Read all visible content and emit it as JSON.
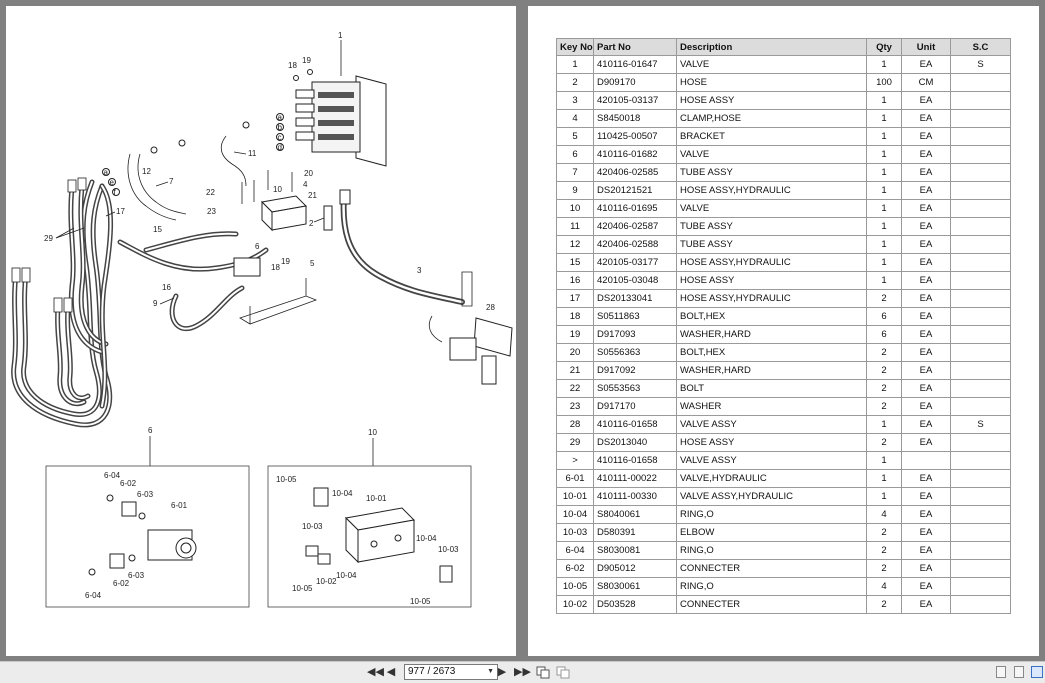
{
  "table": {
    "headers": [
      "Key No",
      "Part No",
      "Description",
      "Qty",
      "Unit",
      "S.C"
    ],
    "rows": [
      [
        "1",
        "410116-01647",
        "VALVE",
        "1",
        "EA",
        "S"
      ],
      [
        "2",
        "D909170",
        "HOSE",
        "100",
        "CM",
        ""
      ],
      [
        "3",
        "420105-03137",
        "HOSE ASSY",
        "1",
        "EA",
        ""
      ],
      [
        "4",
        "S8450018",
        "CLAMP,HOSE",
        "1",
        "EA",
        ""
      ],
      [
        "5",
        "110425-00507",
        "BRACKET",
        "1",
        "EA",
        ""
      ],
      [
        "6",
        "410116-01682",
        "VALVE",
        "1",
        "EA",
        ""
      ],
      [
        "7",
        "420406-02585",
        "TUBE ASSY",
        "1",
        "EA",
        ""
      ],
      [
        "9",
        "DS20121521",
        "HOSE ASSY,HYDRAULIC",
        "1",
        "EA",
        ""
      ],
      [
        "10",
        "410116-01695",
        "VALVE",
        "1",
        "EA",
        ""
      ],
      [
        "11",
        "420406-02587",
        "TUBE ASSY",
        "1",
        "EA",
        ""
      ],
      [
        "12",
        "420406-02588",
        "TUBE ASSY",
        "1",
        "EA",
        ""
      ],
      [
        "15",
        "420105-03177",
        "HOSE ASSY,HYDRAULIC",
        "1",
        "EA",
        ""
      ],
      [
        "16",
        "420105-03048",
        "HOSE ASSY",
        "1",
        "EA",
        ""
      ],
      [
        "17",
        "DS20133041",
        "HOSE ASSY,HYDRAULIC",
        "2",
        "EA",
        ""
      ],
      [
        "18",
        "S0511863",
        "BOLT,HEX",
        "6",
        "EA",
        ""
      ],
      [
        "19",
        "D917093",
        "WASHER,HARD",
        "6",
        "EA",
        ""
      ],
      [
        "20",
        "S0556363",
        "BOLT,HEX",
        "2",
        "EA",
        ""
      ],
      [
        "21",
        "D917092",
        "WASHER,HARD",
        "2",
        "EA",
        ""
      ],
      [
        "22",
        "S0553563",
        "BOLT",
        "2",
        "EA",
        ""
      ],
      [
        "23",
        "D917170",
        "WASHER",
        "2",
        "EA",
        ""
      ],
      [
        "28",
        "410116-01658",
        "VALVE ASSY",
        "1",
        "EA",
        "S"
      ],
      [
        "29",
        "DS2013040",
        "HOSE ASSY",
        "2",
        "EA",
        ""
      ],
      [
        ">",
        "410116-01658",
        "VALVE ASSY",
        "1",
        "",
        ""
      ],
      [
        "6-01",
        "410111-00022",
        "VALVE,HYDRAULIC",
        "1",
        "EA",
        ""
      ],
      [
        "10-01",
        "410111-00330",
        "VALVE ASSY,HYDRAULIC",
        "1",
        "EA",
        ""
      ],
      [
        "10-04",
        "S8040061",
        "RING,O",
        "4",
        "EA",
        ""
      ],
      [
        "10-03",
        "D580391",
        "ELBOW",
        "2",
        "EA",
        ""
      ],
      [
        "6-04",
        "S8030081",
        "RING,O",
        "2",
        "EA",
        ""
      ],
      [
        "6-02",
        "D905012",
        "CONNECTER",
        "2",
        "EA",
        ""
      ],
      [
        "10-05",
        "S8030061",
        "RING,O",
        "4",
        "EA",
        ""
      ],
      [
        "10-02",
        "D503528",
        "CONNECTER",
        "2",
        "EA",
        ""
      ]
    ]
  },
  "diagram": {
    "callouts": [
      "1",
      "2",
      "3",
      "4",
      "5",
      "6",
      "7",
      "9",
      "10",
      "11",
      "12",
      "15",
      "16",
      "17",
      "18",
      "19",
      "20",
      "21",
      "22",
      "23",
      "28",
      "29"
    ],
    "port_letters": [
      "a",
      "b",
      "c",
      "d",
      "e",
      "f"
    ],
    "detail_6": {
      "title": "6",
      "labels": [
        "6-04",
        "6-02",
        "6-03",
        "6-01",
        "6-03",
        "6-02",
        "6-04"
      ]
    },
    "detail_10": {
      "title": "10",
      "labels": [
        "10-05",
        "10-04",
        "10-01",
        "10-03",
        "10-04",
        "10-03",
        "10-02",
        "10-05",
        "10-04",
        "10-05"
      ]
    }
  },
  "toolbar": {
    "page_indicator": "977 / 2673",
    "icons": [
      "first-page-icon",
      "prev-page-icon",
      "next-page-icon",
      "last-page-icon",
      "fit-page-icon",
      "fit-width-icon",
      "single-page-view-icon",
      "continuous-view-icon",
      "facing-view-icon"
    ]
  }
}
